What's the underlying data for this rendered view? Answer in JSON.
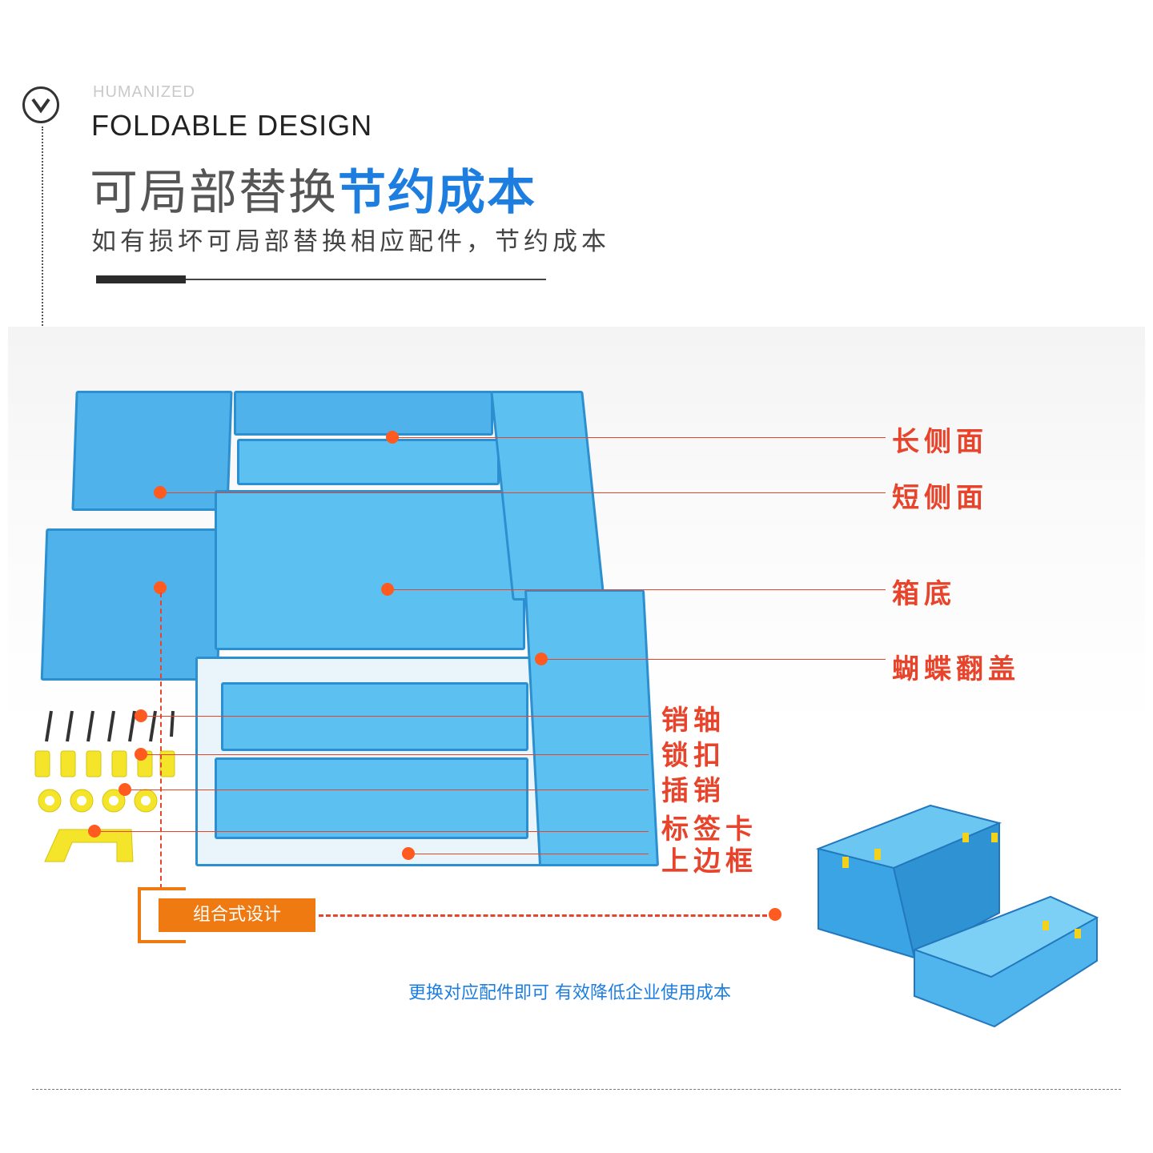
{
  "header": {
    "kicker": "HUMANIZED",
    "heading": "FOLDABLE DESIGN",
    "title_part1": "可局部替换",
    "title_part2": "节约成本",
    "subtitle": "如有损坏可局部替换相应配件，节约成本"
  },
  "parts": {
    "long_side": "长侧面",
    "short_side": "短侧面",
    "bottom": "箱底",
    "butterfly_lid": "蝴蝶翻盖",
    "pin_shaft": "销轴",
    "lock_buckle": "锁扣",
    "insert_pin": "插销",
    "label_card": "标签卡",
    "top_frame": "上边框"
  },
  "badge": {
    "label": "组合式设计"
  },
  "caption": "更换对应配件即可  有效降低企业使用成本",
  "colors": {
    "accent_blue": "#1d7ee0",
    "label_red": "#e8432b",
    "badge_orange": "#f07a12",
    "box_blue": "#4fb2ea"
  }
}
